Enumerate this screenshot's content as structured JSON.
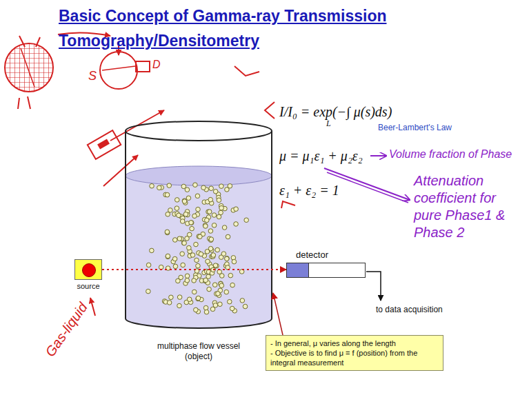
{
  "diagram": {
    "title": "Basic Concept of Gamma-ray Transmission Tomography/Densitometry",
    "nodes": [
      {
        "text": [
          "source"
        ]
      },
      {
        "text": [
          "multiphase flow vessel (object)"
        ]
      },
      {
        "text": [
          "detector"
        ]
      },
      {
        "text": [
          "- In general, μ varies along the length",
          "- Objective is to find μ = f (position) from the integral measurement"
        ]
      }
    ],
    "edges": [
      {
        "from": 0,
        "to": 2,
        "arrow": "to"
      },
      {
        "from": 3,
        "to": 1,
        "arrow": "to"
      }
    ],
    "labels": [
      "I/I₀ = exp(−∫ μ(s)ds)",
      "L",
      "Beer-Lambert's Law",
      "μ = μ₁ε₁ + μ₂ε₂",
      "Volume fraction of Phase",
      "Attenuation coefficient for pure Phase1 & Phase 2",
      "ε₁ + ε₂ = 1",
      "to data acquisition",
      "Gas-liquid",
      "S",
      "D"
    ]
  }
}
